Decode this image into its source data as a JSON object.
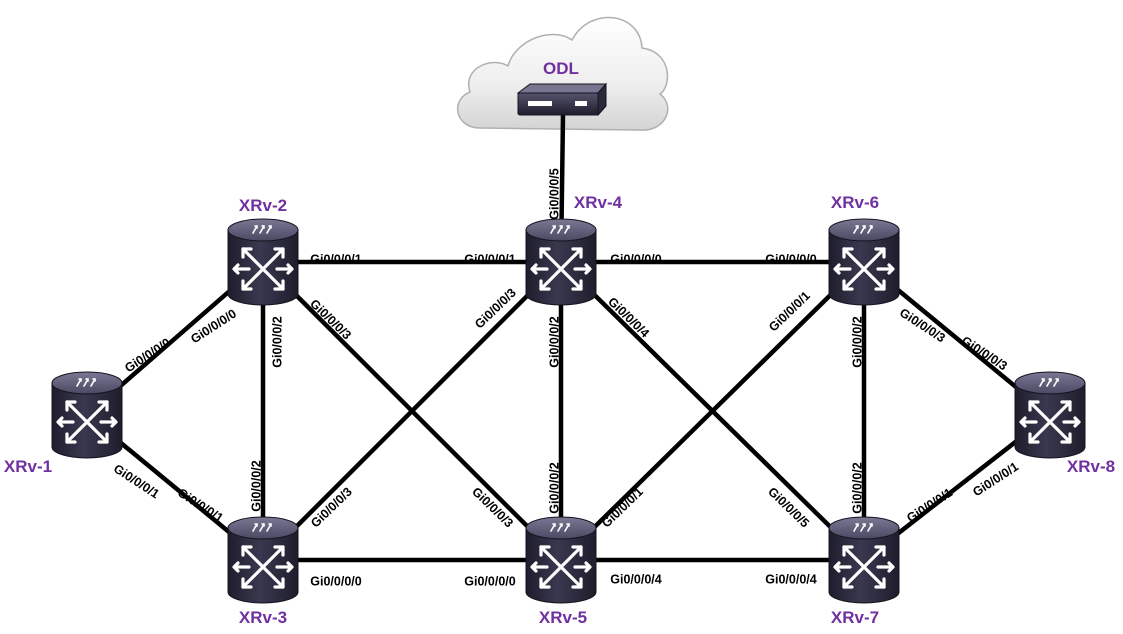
{
  "colors": {
    "label": "#7030a0",
    "link": "#000000",
    "router_body": "#2b2a3f",
    "router_top": "#5e5c78",
    "cloud": "#eeeeee"
  },
  "controller": {
    "id": "odl",
    "label": "ODL",
    "icon": "server-icon"
  },
  "routers": [
    {
      "id": "xrv1",
      "label": "XRv-1",
      "icon": "router-icon"
    },
    {
      "id": "xrv2",
      "label": "XRv-2",
      "icon": "router-icon"
    },
    {
      "id": "xrv3",
      "label": "XRv-3",
      "icon": "router-icon"
    },
    {
      "id": "xrv4",
      "label": "XRv-4",
      "icon": "router-icon"
    },
    {
      "id": "xrv5",
      "label": "XRv-5",
      "icon": "router-icon"
    },
    {
      "id": "xrv6",
      "label": "XRv-6",
      "icon": "router-icon"
    },
    {
      "id": "xrv7",
      "label": "XRv-7",
      "icon": "router-icon"
    },
    {
      "id": "xrv8",
      "label": "XRv-8",
      "icon": "router-icon"
    }
  ],
  "links": [
    {
      "id": "odl-xrv4",
      "a": "odl",
      "b": "xrv4",
      "a_port": "",
      "b_port": "Gi0/0/0/5"
    },
    {
      "id": "xrv1-xrv2",
      "a": "xrv1",
      "b": "xrv2",
      "a_port": "Gi0/0/0/0",
      "b_port": "Gi0/0/0/0"
    },
    {
      "id": "xrv1-xrv3",
      "a": "xrv1",
      "b": "xrv3",
      "a_port": "Gi0/0/0/1",
      "b_port": "Gi0/0/0/1"
    },
    {
      "id": "xrv2-xrv4",
      "a": "xrv2",
      "b": "xrv4",
      "a_port": "Gi0/0/0/1",
      "b_port": "Gi0/0/0/1"
    },
    {
      "id": "xrv2-xrv3",
      "a": "xrv2",
      "b": "xrv3",
      "a_port": "Gi0/0/0/2",
      "b_port": "Gi0/0/0/2"
    },
    {
      "id": "xrv2-xrv5",
      "a": "xrv2",
      "b": "xrv5",
      "a_port": "Gi0/0/0/3",
      "b_port": "Gi0/0/0/3"
    },
    {
      "id": "xrv3-xrv4",
      "a": "xrv3",
      "b": "xrv4",
      "a_port": "Gi0/0/0/3",
      "b_port": "Gi0/0/0/3"
    },
    {
      "id": "xrv3-xrv5",
      "a": "xrv3",
      "b": "xrv5",
      "a_port": "Gi0/0/0/0",
      "b_port": "Gi0/0/0/0"
    },
    {
      "id": "xrv4-xrv5",
      "a": "xrv4",
      "b": "xrv5",
      "a_port": "Gi0/0/0/2",
      "b_port": "Gi0/0/0/2"
    },
    {
      "id": "xrv4-xrv6",
      "a": "xrv4",
      "b": "xrv6",
      "a_port": "Gi0/0/0/0",
      "b_port": "Gi0/0/0/0"
    },
    {
      "id": "xrv4-xrv7",
      "a": "xrv4",
      "b": "xrv7",
      "a_port": "Gi0/0/0/4",
      "b_port": "Gi0/0/0/5"
    },
    {
      "id": "xrv5-xrv6",
      "a": "xrv5",
      "b": "xrv6",
      "a_port": "Gi0/0/0/1",
      "b_port": "Gi0/0/0/1"
    },
    {
      "id": "xrv5-xrv7",
      "a": "xrv5",
      "b": "xrv7",
      "a_port": "Gi0/0/0/4",
      "b_port": "Gi0/0/0/4"
    },
    {
      "id": "xrv6-xrv7",
      "a": "xrv6",
      "b": "xrv7",
      "a_port": "Gi0/0/0/2",
      "b_port": "Gi0/0/0/2"
    },
    {
      "id": "xrv6-xrv8",
      "a": "xrv6",
      "b": "xrv8",
      "a_port": "Gi0/0/0/3",
      "b_port": "Gi0/0/0/3"
    },
    {
      "id": "xrv7-xrv8",
      "a": "xrv7",
      "b": "xrv8",
      "a_port": "Gi0/0/0/1",
      "b_port": "Gi0/0/0/1"
    }
  ]
}
